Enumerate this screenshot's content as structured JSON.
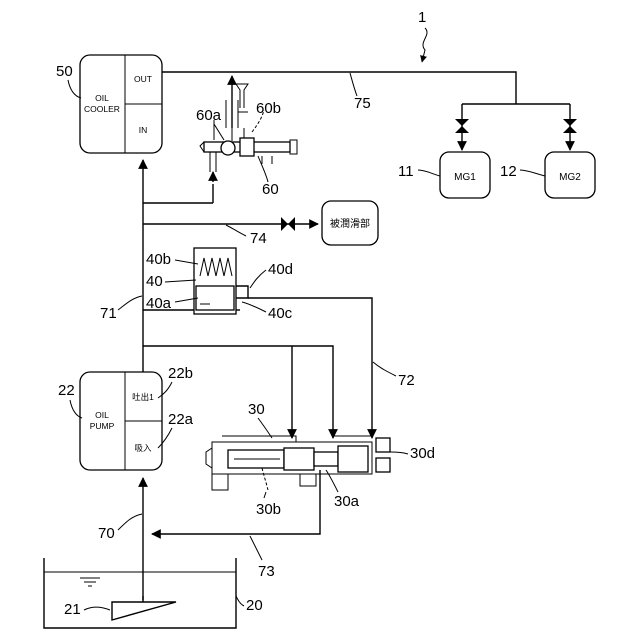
{
  "figure_number": "1",
  "oil_cooler": {
    "ref": "50",
    "name_line1": "OIL",
    "name_line2": "COOLER",
    "out_label": "OUT",
    "in_label": "IN"
  },
  "oil_pump": {
    "ref": "22",
    "name_line1": "OIL",
    "name_line2": "PUMP",
    "discharge_label": "吐出1",
    "suction_label": "吸入",
    "discharge_ref": "22b",
    "suction_ref": "22a"
  },
  "motors": [
    {
      "ref": "11",
      "label": "MG1"
    },
    {
      "ref": "12",
      "label": "MG2"
    }
  ],
  "lubricated_part": {
    "label": "被潤滑部"
  },
  "relief_valve": {
    "ref": "40",
    "spring_ref": "40b",
    "spool_ref": "40a",
    "port_d_ref": "40d",
    "port_c_ref": "40c"
  },
  "thermo_valve": {
    "ref": "60",
    "ref_a": "60a",
    "ref_b": "60b"
  },
  "control_valve": {
    "ref": "30",
    "ref_a": "30a",
    "ref_b": "30b",
    "ref_d": "30d"
  },
  "oil_pan": {
    "ref": "20",
    "strainer_ref": "21"
  },
  "lines": {
    "l70": "70",
    "l71": "71",
    "l72": "72",
    "l73": "73",
    "l74": "74",
    "l75": "75"
  }
}
